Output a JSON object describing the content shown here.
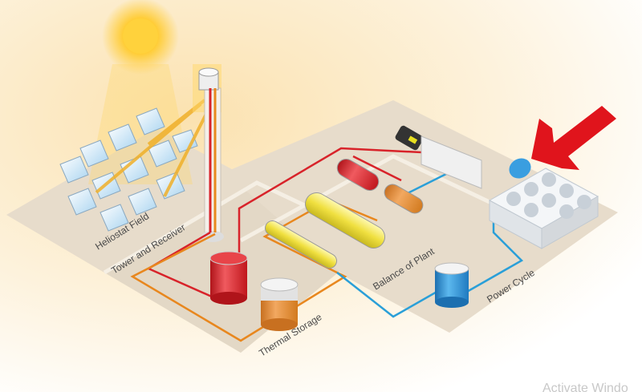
{
  "diagram": {
    "labels": {
      "heliostat_field": "Heliostat Field",
      "tower_receiver": "Tower and Receiver",
      "thermal_storage": "Thermal Storage",
      "balance_of_plant": "Balance of Plant",
      "power_cycle": "Power Cycle"
    },
    "watermark": "Activate Windo",
    "colors": {
      "hot_salt": "#d8232a",
      "cold_salt": "#e8871e",
      "water": "#2a9fd8",
      "arrow": "#e0141c",
      "sun": "#ffd23c"
    }
  }
}
